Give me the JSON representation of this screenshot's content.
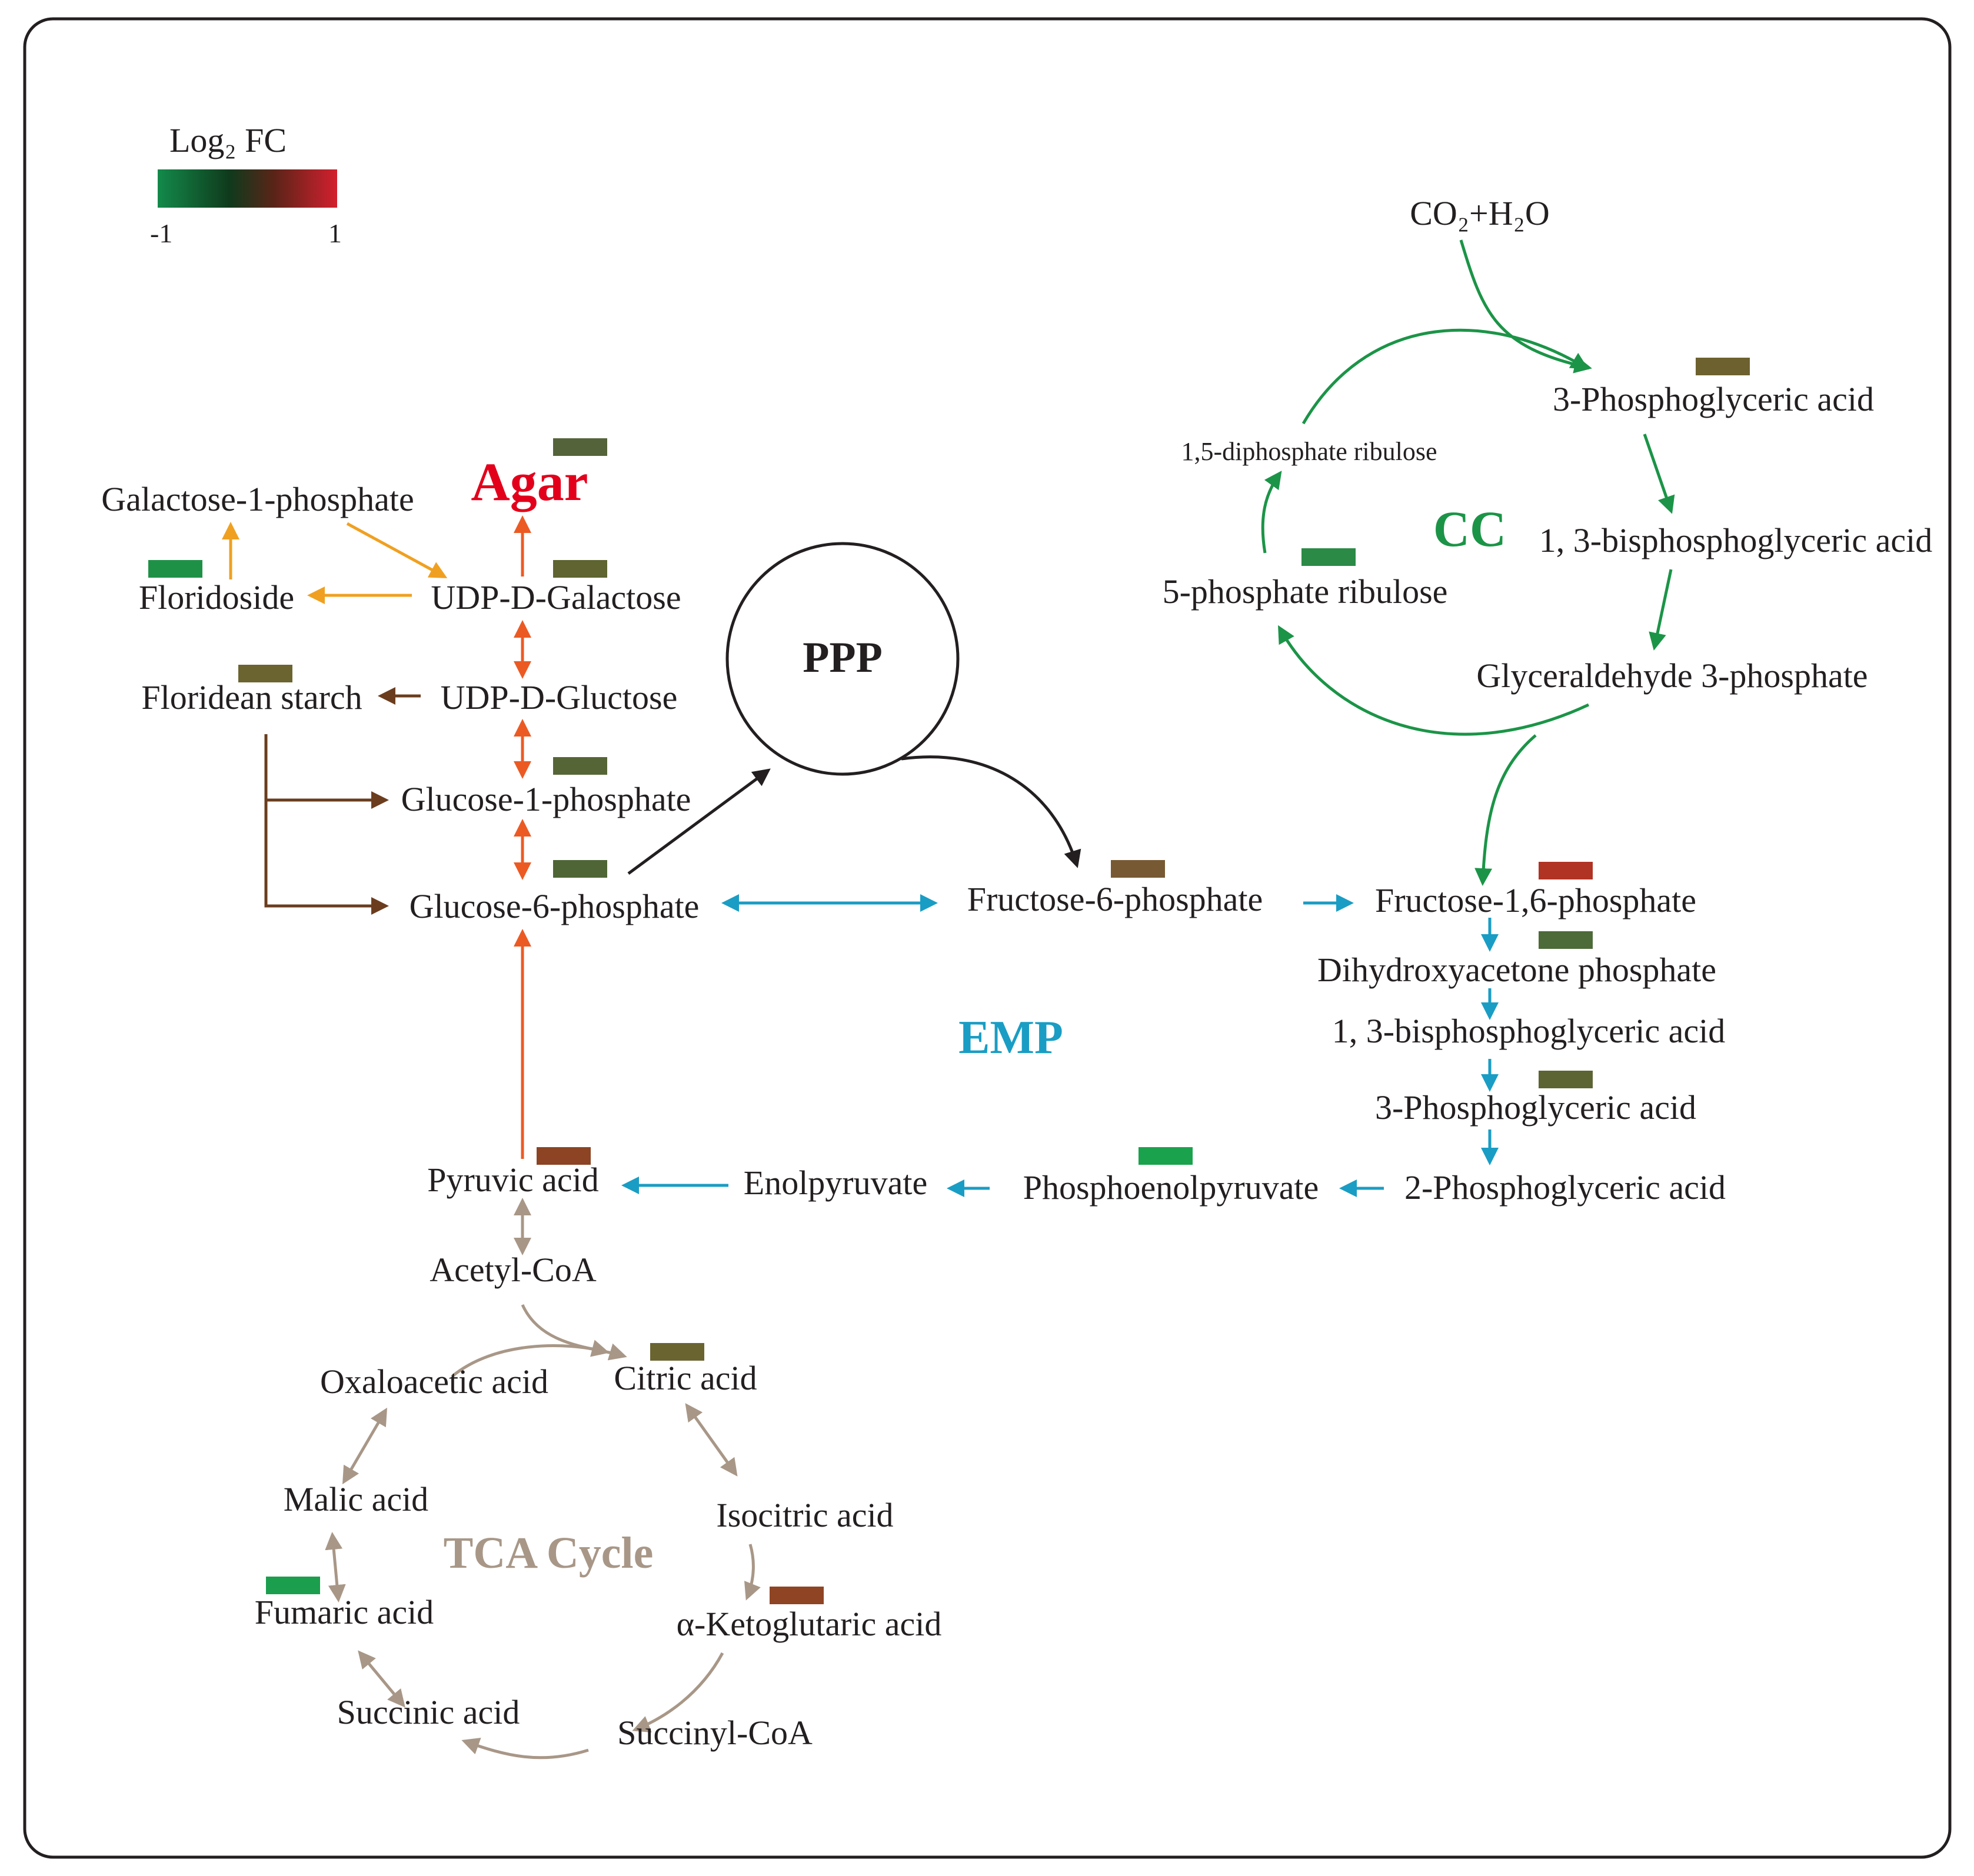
{
  "legend": {
    "title": "Log₂ FC",
    "min_label": "-1",
    "max_label": "1",
    "gradient": [
      "#138a4a",
      "#0f3a1c",
      "#5a2418",
      "#d3202e"
    ]
  },
  "pathways": {
    "agar": "Agar",
    "ppp": "PPP",
    "cc": "CC",
    "emp": "EMP",
    "tca": "TCA Cycle"
  },
  "metabolites": {
    "co2_h2o": "CO₂+H₂O",
    "cc_3pga": "3-Phosphoglyceric acid",
    "cc_bpga": "1, 3-bisphosphoglyceric acid",
    "cc_g3p": "Glyceraldehyde 3-phosphate",
    "ru5p": "5-phosphate ribulose",
    "rubp": "1,5-diphosphate ribulose",
    "gal1p": "Galactose-1-phosphate",
    "floridoside": "Floridoside",
    "udp_gal": "UDP-D-Galactose",
    "floridean_starch": "Floridean starch",
    "udp_glc": "UDP-D-Gluctose",
    "g1p": "Glucose-1-phosphate",
    "g6p": "Glucose-6-phosphate",
    "f6p": "Fructose-6-phosphate",
    "f16bp": "Fructose-1,6-phosphate",
    "dhap": "Dihydroxyacetone phosphate",
    "emp_bpga": "1, 3-bisphosphoglyceric acid",
    "emp_3pga": "3-Phosphoglyceric acid",
    "pga2": "2-Phosphoglyceric acid",
    "pep": "Phosphoenolpyruvate",
    "enolpyruvate": "Enolpyruvate",
    "pyruvate": "Pyruvic acid",
    "acetyl_coa": "Acetyl-CoA",
    "citric": "Citric acid",
    "oxaloacetic": "Oxaloacetic acid",
    "isocitric": "Isocitric acid",
    "malic": "Malic acid",
    "akg": "α-Ketoglutaric acid",
    "fumaric": "Fumaric acid",
    "succinic": "Succinic acid",
    "succinyl_coa": "Succinyl-CoA"
  },
  "fold_change_swatches": {
    "agar": "#55633a",
    "udp_gal": "#5f6430",
    "floridoside": "#1f9147",
    "floridean_starch": "#6b6431",
    "g1p": "#566536",
    "g6p": "#4f6536",
    "f6p": "#775a34",
    "f16bp": "#b13324",
    "dhap": "#4d6a39",
    "emp_3pga": "#5d6433",
    "pep": "#1aa24d",
    "pyruvate": "#8c4424",
    "cc_3pga": "#6d612f",
    "ru5p": "#2b8a46",
    "citric": "#6a6430",
    "akg": "#8f4424",
    "fumaric": "#1b9e4e"
  },
  "colors": {
    "agar_axis": "#ec5a24",
    "galactose_branch": "#f0a020",
    "starch_branch": "#6b3d1e",
    "ppp_arrow": "#231f20",
    "emp": "#1a9dc4",
    "cc": "#1b9447",
    "tca": "#a89787"
  }
}
